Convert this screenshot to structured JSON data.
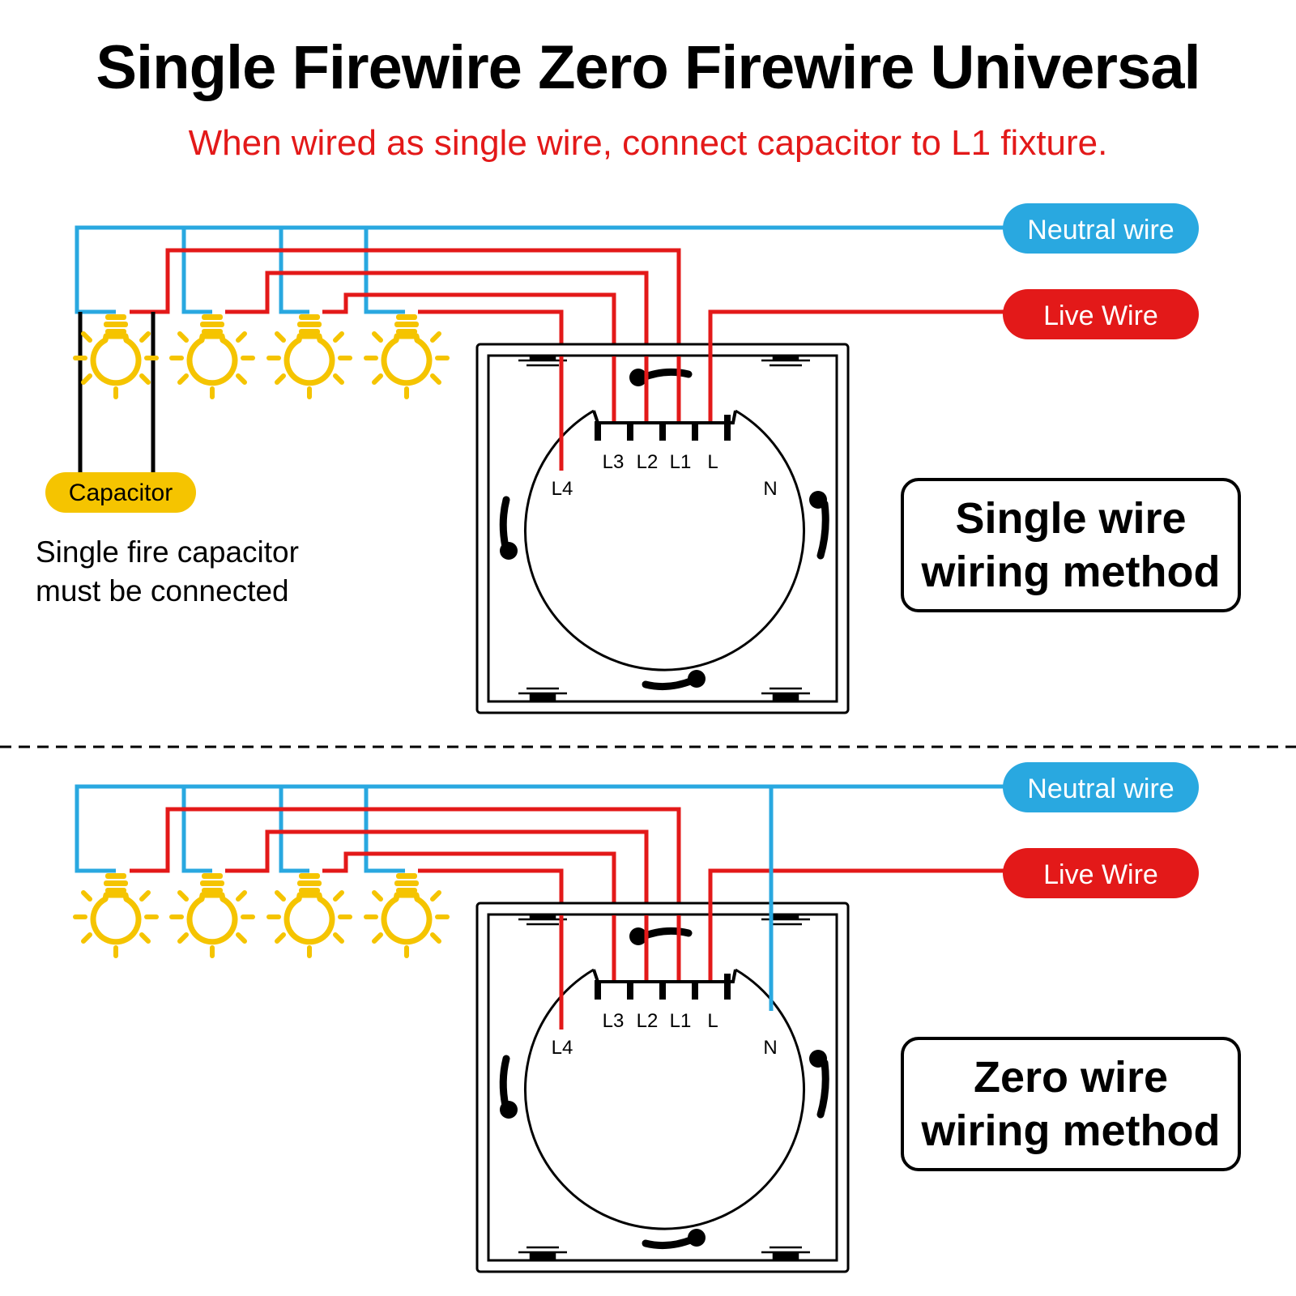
{
  "title": "Single Firewire Zero Firewire Universal",
  "subtitle": "When wired as single wire, connect capacitor to L1 fixture.",
  "colors": {
    "neutral": "#29a8e0",
    "live": "#e31919",
    "bulb": "#f5c400",
    "capacitor": "#f5c400",
    "text": "#000000"
  },
  "icons": [
    "light-bulb-icon",
    "switch-panel-icon"
  ],
  "single_wire": {
    "neutral_label": "Neutral wire",
    "live_label": "Live Wire",
    "capacitor_label": "Capacitor",
    "note_line1": "Single fire capacitor",
    "note_line2": "must be connected",
    "method_line1": "Single wire",
    "method_line2": "wiring method",
    "terminals": {
      "l4": "L4",
      "l3": "L3",
      "l2": "L2",
      "l1": "L1",
      "l": "L",
      "n": "N"
    }
  },
  "zero_wire": {
    "neutral_label": "Neutral wire",
    "live_label": "Live Wire",
    "method_line1": "Zero wire",
    "method_line2": "wiring method",
    "terminals": {
      "l4": "L4",
      "l3": "L3",
      "l2": "L2",
      "l1": "L1",
      "l": "L",
      "n": "N"
    }
  }
}
